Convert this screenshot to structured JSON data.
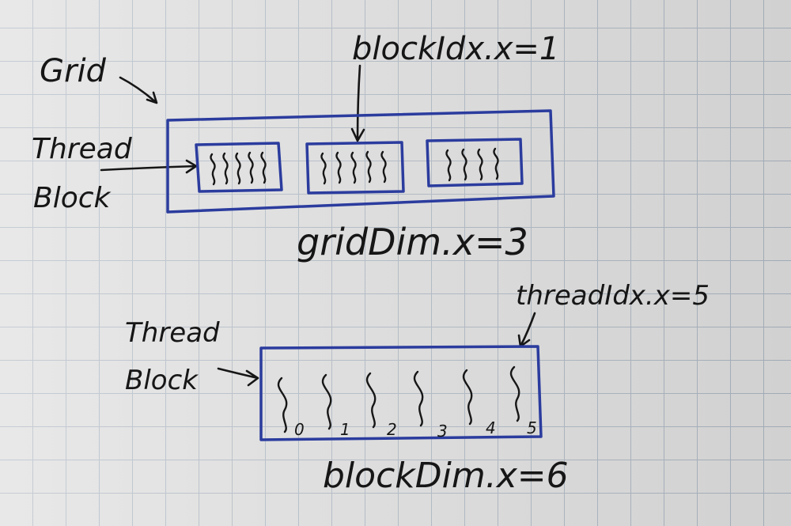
{
  "labels": {
    "grid": "Grid",
    "thread_block_top_line1": "Thread",
    "thread_block_top_line2": "Block",
    "block_idx": "blockIdx.x=1",
    "grid_dim": "gridDim.x=3",
    "thread_idx": "threadIdx.x=5",
    "thread_block_bottom_line1": "Thread",
    "thread_block_bottom_line2": "Block",
    "block_dim": "blockDim.x=6"
  },
  "thread_indices": [
    "0",
    "1",
    "2",
    "3",
    "4",
    "5"
  ],
  "colors": {
    "ink": "#161616",
    "box": "#2b3c9e",
    "grid_lines": "#a9b3bf",
    "paper": "#dcdcdc"
  }
}
